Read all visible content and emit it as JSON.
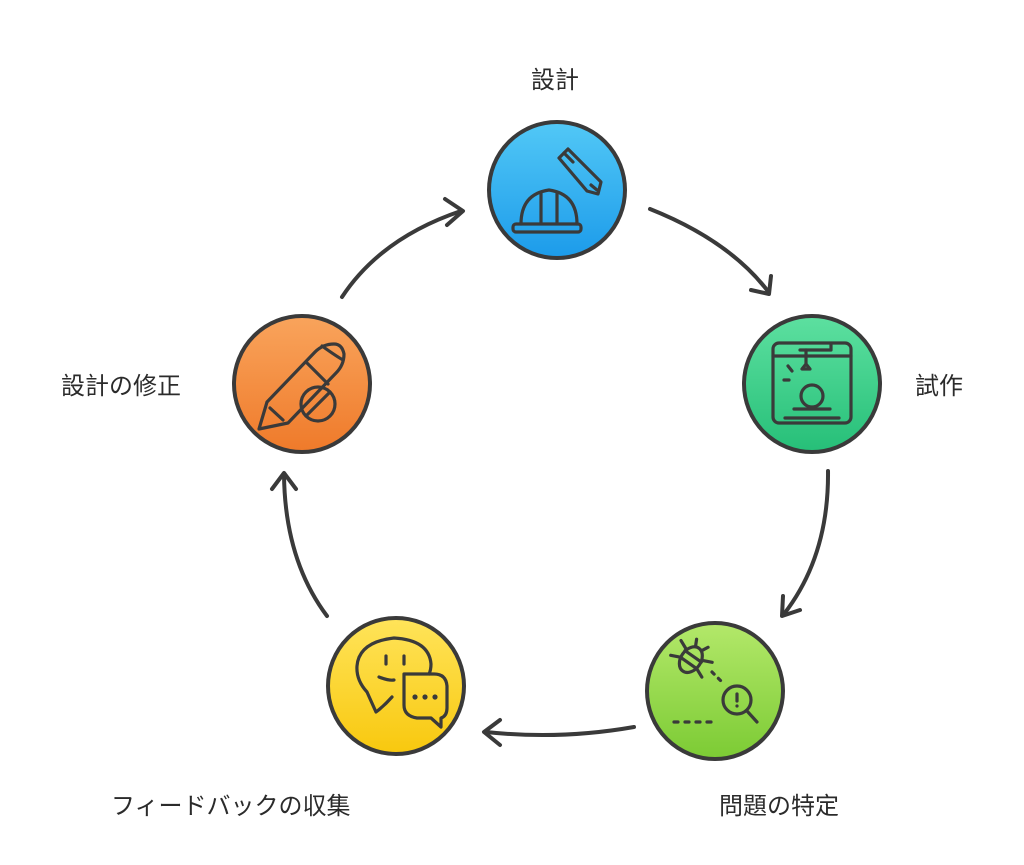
{
  "steps": [
    {
      "id": "design",
      "label": "設計",
      "icon": "pencil-hardhat-icon",
      "color_top": "#52C8F6",
      "color_bottom": "#1C9BEA"
    },
    {
      "id": "prototype",
      "label": "試作",
      "icon": "3d-printer-icon",
      "color_top": "#5DE0A0",
      "color_bottom": "#26BF78"
    },
    {
      "id": "identify",
      "label": "問題の特定",
      "icon": "bug-magnifier-icon",
      "color_top": "#B3E86A",
      "color_bottom": "#7CCB34"
    },
    {
      "id": "feedback",
      "label": "フィードバックの収集",
      "icon": "chat-bubbles-icon",
      "color_top": "#FFE45A",
      "color_bottom": "#F8C80E"
    },
    {
      "id": "revise",
      "label": "設計の修正",
      "icon": "pencil-ban-icon",
      "color_top": "#F9A45C",
      "color_bottom": "#EF7A2A"
    }
  ],
  "arrows": [
    {
      "from": "design",
      "to": "prototype"
    },
    {
      "from": "prototype",
      "to": "identify"
    },
    {
      "from": "identify",
      "to": "feedback"
    },
    {
      "from": "feedback",
      "to": "revise"
    },
    {
      "from": "revise",
      "to": "design"
    }
  ],
  "style": {
    "outline": "#3a3a3a",
    "label_color": "#2b2b2b"
  }
}
